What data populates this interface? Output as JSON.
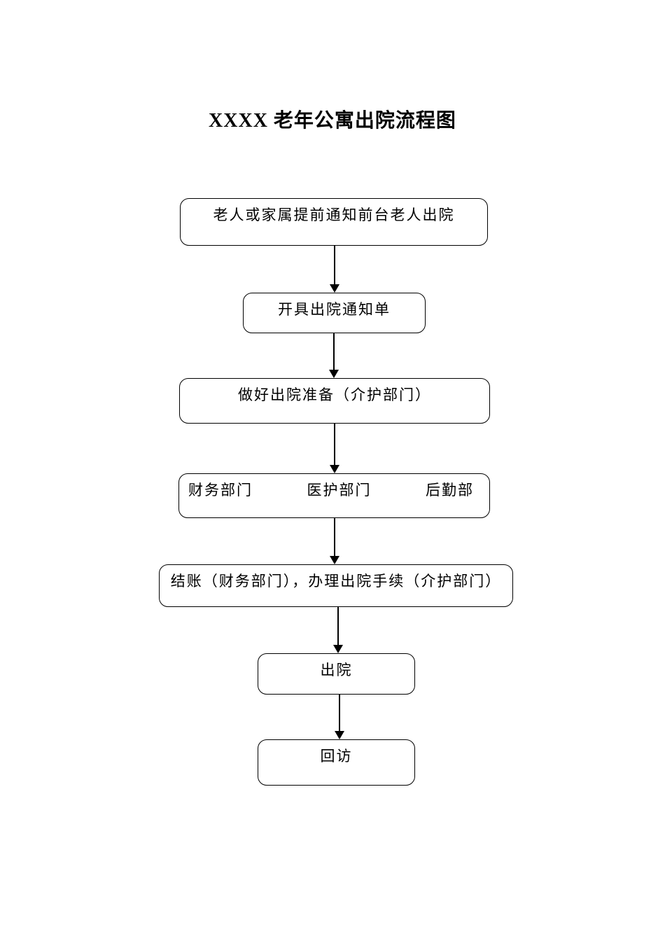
{
  "page": {
    "title": "XXXX 老年公寓出院流程图"
  },
  "flowchart": {
    "nodes": [
      {
        "id": "notify-frontdesk",
        "label": "老人或家属提前通知前台老人出院"
      },
      {
        "id": "issue-discharge-notice",
        "label": "开具出院通知单"
      },
      {
        "id": "prepare-discharge",
        "label": "做好出院准备（介护部门）"
      },
      {
        "id": "departments",
        "labels": [
          "财务部门",
          "医护部门",
          "后勤部"
        ]
      },
      {
        "id": "settle-and-procedures",
        "label": "结账（财务部门），办理出院手续（介护部门）"
      },
      {
        "id": "discharge",
        "label": "出院"
      },
      {
        "id": "follow-up",
        "label": "回访"
      }
    ],
    "colors": {
      "background": "#ffffff",
      "border": "#000000",
      "text": "#000000"
    }
  }
}
